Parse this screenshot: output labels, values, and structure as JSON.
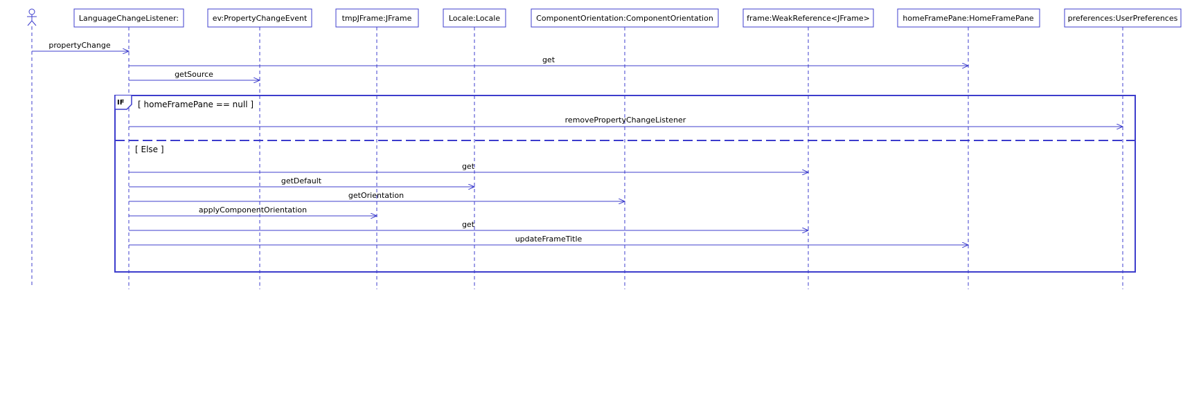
{
  "colors": {
    "line": "#3c3ccc",
    "background": "#ffffff",
    "text": "#000000"
  },
  "actor": {
    "icon": "stick-figure-actor-icon"
  },
  "lifelines": [
    {
      "id": "lcl",
      "label": "LanguageChangeListener:"
    },
    {
      "id": "ev",
      "label": "ev:PropertyChangeEvent"
    },
    {
      "id": "tmp",
      "label": "tmpJFrame:JFrame"
    },
    {
      "id": "loc",
      "label": "Locale:Locale"
    },
    {
      "id": "co",
      "label": "ComponentOrientation:ComponentOrientation"
    },
    {
      "id": "frame",
      "label": "frame:WeakReference<JFrame>"
    },
    {
      "id": "hfp",
      "label": "homeFramePane:HomeFramePane"
    },
    {
      "id": "pref",
      "label": "preferences:UserPreferences"
    }
  ],
  "messages": [
    {
      "from": "actor",
      "to": "lcl",
      "label": "propertyChange"
    },
    {
      "from": "lcl",
      "to": "hfp",
      "label": "get"
    },
    {
      "from": "lcl",
      "to": "ev",
      "label": "getSource"
    },
    {
      "from": "lcl",
      "to": "pref",
      "label": "removePropertyChangeListener"
    },
    {
      "from": "lcl",
      "to": "frame",
      "label": "get"
    },
    {
      "from": "lcl",
      "to": "loc",
      "label": "getDefault"
    },
    {
      "from": "lcl",
      "to": "co",
      "label": "getOrientation"
    },
    {
      "from": "lcl",
      "to": "tmp",
      "label": "applyComponentOrientation"
    },
    {
      "from": "lcl",
      "to": "frame",
      "label": "get"
    },
    {
      "from": "lcl",
      "to": "hfp",
      "label": "updateFrameTitle"
    }
  ],
  "fragment": {
    "tag": "IF",
    "guard_if": "[ homeFramePane == null ]",
    "guard_else": "[ Else ]"
  }
}
